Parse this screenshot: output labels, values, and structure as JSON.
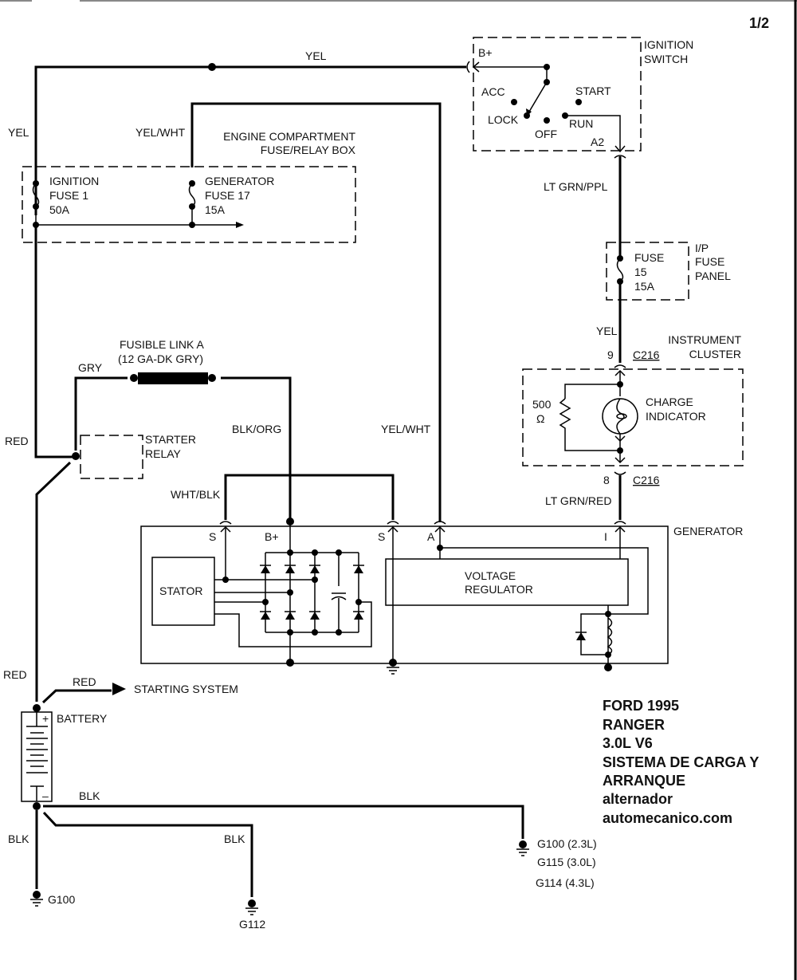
{
  "page": {
    "number": "1/2"
  },
  "title_block": {
    "lines": [
      "FORD 1995",
      "RANGER",
      "3.0L V6",
      "SISTEMA DE CARGA Y",
      "ARRANQUE",
      "alternador",
      "automecanico.com"
    ]
  },
  "components": {
    "ignition_switch": {
      "label1": "IGNITION",
      "label2": "SWITCH",
      "bplus": "B+",
      "acc": "ACC",
      "start": "START",
      "lock": "LOCK",
      "off": "OFF",
      "run": "RUN",
      "a2": "A2"
    },
    "fuse_box": {
      "label1": "ENGINE COMPARTMENT",
      "label2": "FUSE/RELAY BOX",
      "fuse1": {
        "name": "IGNITION",
        "num": "FUSE 1",
        "rating": "50A"
      },
      "fuse17": {
        "name": "GENERATOR",
        "num": "FUSE 17",
        "rating": "15A"
      }
    },
    "ip_fuse_panel": {
      "label1": "I/P",
      "label2": "FUSE",
      "label3": "PANEL",
      "fuse": "FUSE",
      "num": "15",
      "rating": "15A"
    },
    "instrument_cluster": {
      "label1": "INSTRUMENT",
      "label2": "CLUSTER",
      "resistor_value": "500",
      "ohm": "Ω",
      "indicator1": "CHARGE",
      "indicator2": "INDICATOR",
      "pin_top": "9",
      "pin_bottom": "8",
      "connector": "C216"
    },
    "fusible_link": {
      "label1": "FUSIBLE LINK A",
      "label2": "(12 GA-DK GRY)"
    },
    "starter_relay": {
      "label1": "STARTER",
      "label2": "RELAY"
    },
    "generator": {
      "label": "GENERATOR",
      "stator": "STATOR",
      "regulator1": "VOLTAGE",
      "regulator2": "REGULATOR",
      "term_s1": "S",
      "term_bplus": "B+",
      "term_s2": "S",
      "term_a": "A",
      "term_i": "I"
    },
    "battery": {
      "label": "BATTERY",
      "plus": "+",
      "minus": "–"
    },
    "starting_system": "STARTING SYSTEM",
    "grounds": {
      "g100": "G100",
      "g112": "G112",
      "g100_23": "G100 (2.3L)",
      "g115_30": "G115 (3.0L)",
      "g114_43": "G114 (4.3L)"
    }
  },
  "wires": {
    "yel_top": "YEL",
    "yel_left": "YEL",
    "yel_wht_top": "YEL/WHT",
    "lt_grn_ppl": "LT GRN/PPL",
    "yel_cluster": "YEL",
    "lt_grn_red": "LT GRN/RED",
    "gry": "GRY",
    "red_left": "RED",
    "blk_org": "BLK/ORG",
    "yel_wht_mid": "YEL/WHT",
    "wht_blk": "WHT/BLK",
    "red_bottom": "RED",
    "red_start": "RED",
    "blk_right": "BLK",
    "blk_left": "BLK",
    "blk_mid": "BLK"
  }
}
